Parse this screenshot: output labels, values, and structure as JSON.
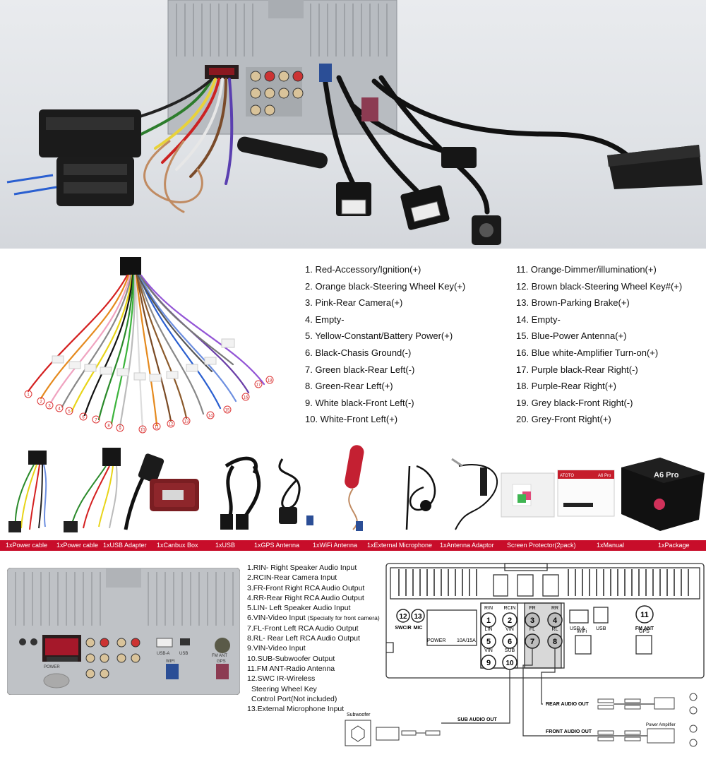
{
  "wire_legend": {
    "left": [
      "1. Red-Accessory/Ignition(+)",
      "2. Orange black-Steering Wheel Key(+)",
      "3. Pink-Rear Camera(+)",
      "4. Empty-",
      "5. Yellow-Constant/Battery Power(+)",
      "6. Black-Chasis Ground(-)",
      "7. Green black-Rear Left(-)",
      "8. Green-Rear Left(+)",
      "9. White black-Front Left(-)",
      "10. White-Front Left(+)"
    ],
    "right": [
      "11.  Orange-Dimmer/illumination(+)",
      "12.  Brown black-Steering Wheel Key#(+)",
      "13.  Brown-Parking Brake(+)",
      "14.  Empty-",
      "15.  Blue-Power Antenna(+)",
      "16.  Blue white-Amplifier Turn-on(+)",
      "17.  Purple black-Rear Right(-)",
      "18.  Purple-Rear Right(+)",
      "19.  Grey black-Front Right(-)",
      "20.  Grey-Front Right(+)"
    ],
    "pin_numbers": [
      "1",
      "2",
      "3",
      "4",
      "5",
      "6",
      "7",
      "8",
      "9",
      "10",
      "11",
      "12",
      "13",
      "14",
      "15",
      "16",
      "17",
      "18"
    ]
  },
  "accessories": {
    "labels": [
      "1xPower cable",
      "1xPower cable",
      "1xUSB Adapter",
      "1xCanbux Box",
      "1xUSB",
      "1xGPS Antenna",
      "1xWiFi Antenna",
      "1xExternal Microphone",
      "1xAntenna Adaptor",
      "Screen Protector(2pack)",
      "1xManual",
      "1xPackage"
    ],
    "brand": "ATOTO",
    "model": "A6 Pro",
    "box_text": "A6 Pro"
  },
  "port_list": {
    "items": [
      "1.RIN- Right Speaker Audio Input",
      "2.RCIN-Rear Camera Input",
      "3.FR-Front Right RCA  Audio Output",
      "4.RR-Rear Right RCA  Audio Output",
      "5.LIN- Left Speaker Audio Input",
      "6.VIN-Video Input",
      "7.FL-Front Left RCA Audio Output",
      "8.RL- Rear Left RCA Audio Output",
      "9.VIN-Video Input",
      "10.SUB-Subwoofer Output",
      "11.FM ANT-Radio Antenna",
      "12.SWC IR-Wireless",
      "Steering Wheel Key",
      "Control Port(Not included)",
      "13.External Microphone Input"
    ],
    "vin_note": "(Specially for front camera)"
  },
  "back_photo_labels": {
    "power": "POWER",
    "usb_a": "USB-A",
    "usb": "USB",
    "fm_ant": "FM ANT",
    "gps": "GPS",
    "wifi": "WIFI"
  },
  "schematic": {
    "circles": [
      {
        "num": "1",
        "label": "RIN"
      },
      {
        "num": "2",
        "label": "RCIN"
      },
      {
        "num": "3",
        "label": "FR"
      },
      {
        "num": "4",
        "label": "RR"
      },
      {
        "num": "5",
        "label": "LIN"
      },
      {
        "num": "6",
        "label": "VIN"
      },
      {
        "num": "7",
        "label": "FL"
      },
      {
        "num": "8",
        "label": "RL"
      },
      {
        "num": "9",
        "label": "VIN"
      },
      {
        "num": "10",
        "label": "SUB"
      },
      {
        "num": "11",
        "label": "FM ANT"
      },
      {
        "num": "12",
        "label": "SWCIR"
      },
      {
        "num": "13",
        "label": "MIC"
      }
    ],
    "power_label": "POWER",
    "fuse_label": "10A/15A",
    "usb_a_label": "USB-A",
    "usb_label": "USB",
    "wifi_label": "WiFi",
    "gps_label": "GPS",
    "rear_audio_out": "REAR AUDIO OUT",
    "front_audio_out": "FRONT AUDIO OUT",
    "sub_audio_out": "SUB AUDIO OUT",
    "subwoofer": "Subwoofer",
    "power_amplifier": "Power Amplifier"
  },
  "colors": {
    "accent_band": "#c80d2a",
    "unit_metal": "#b9bcc0",
    "schematic_line": "#333333"
  }
}
